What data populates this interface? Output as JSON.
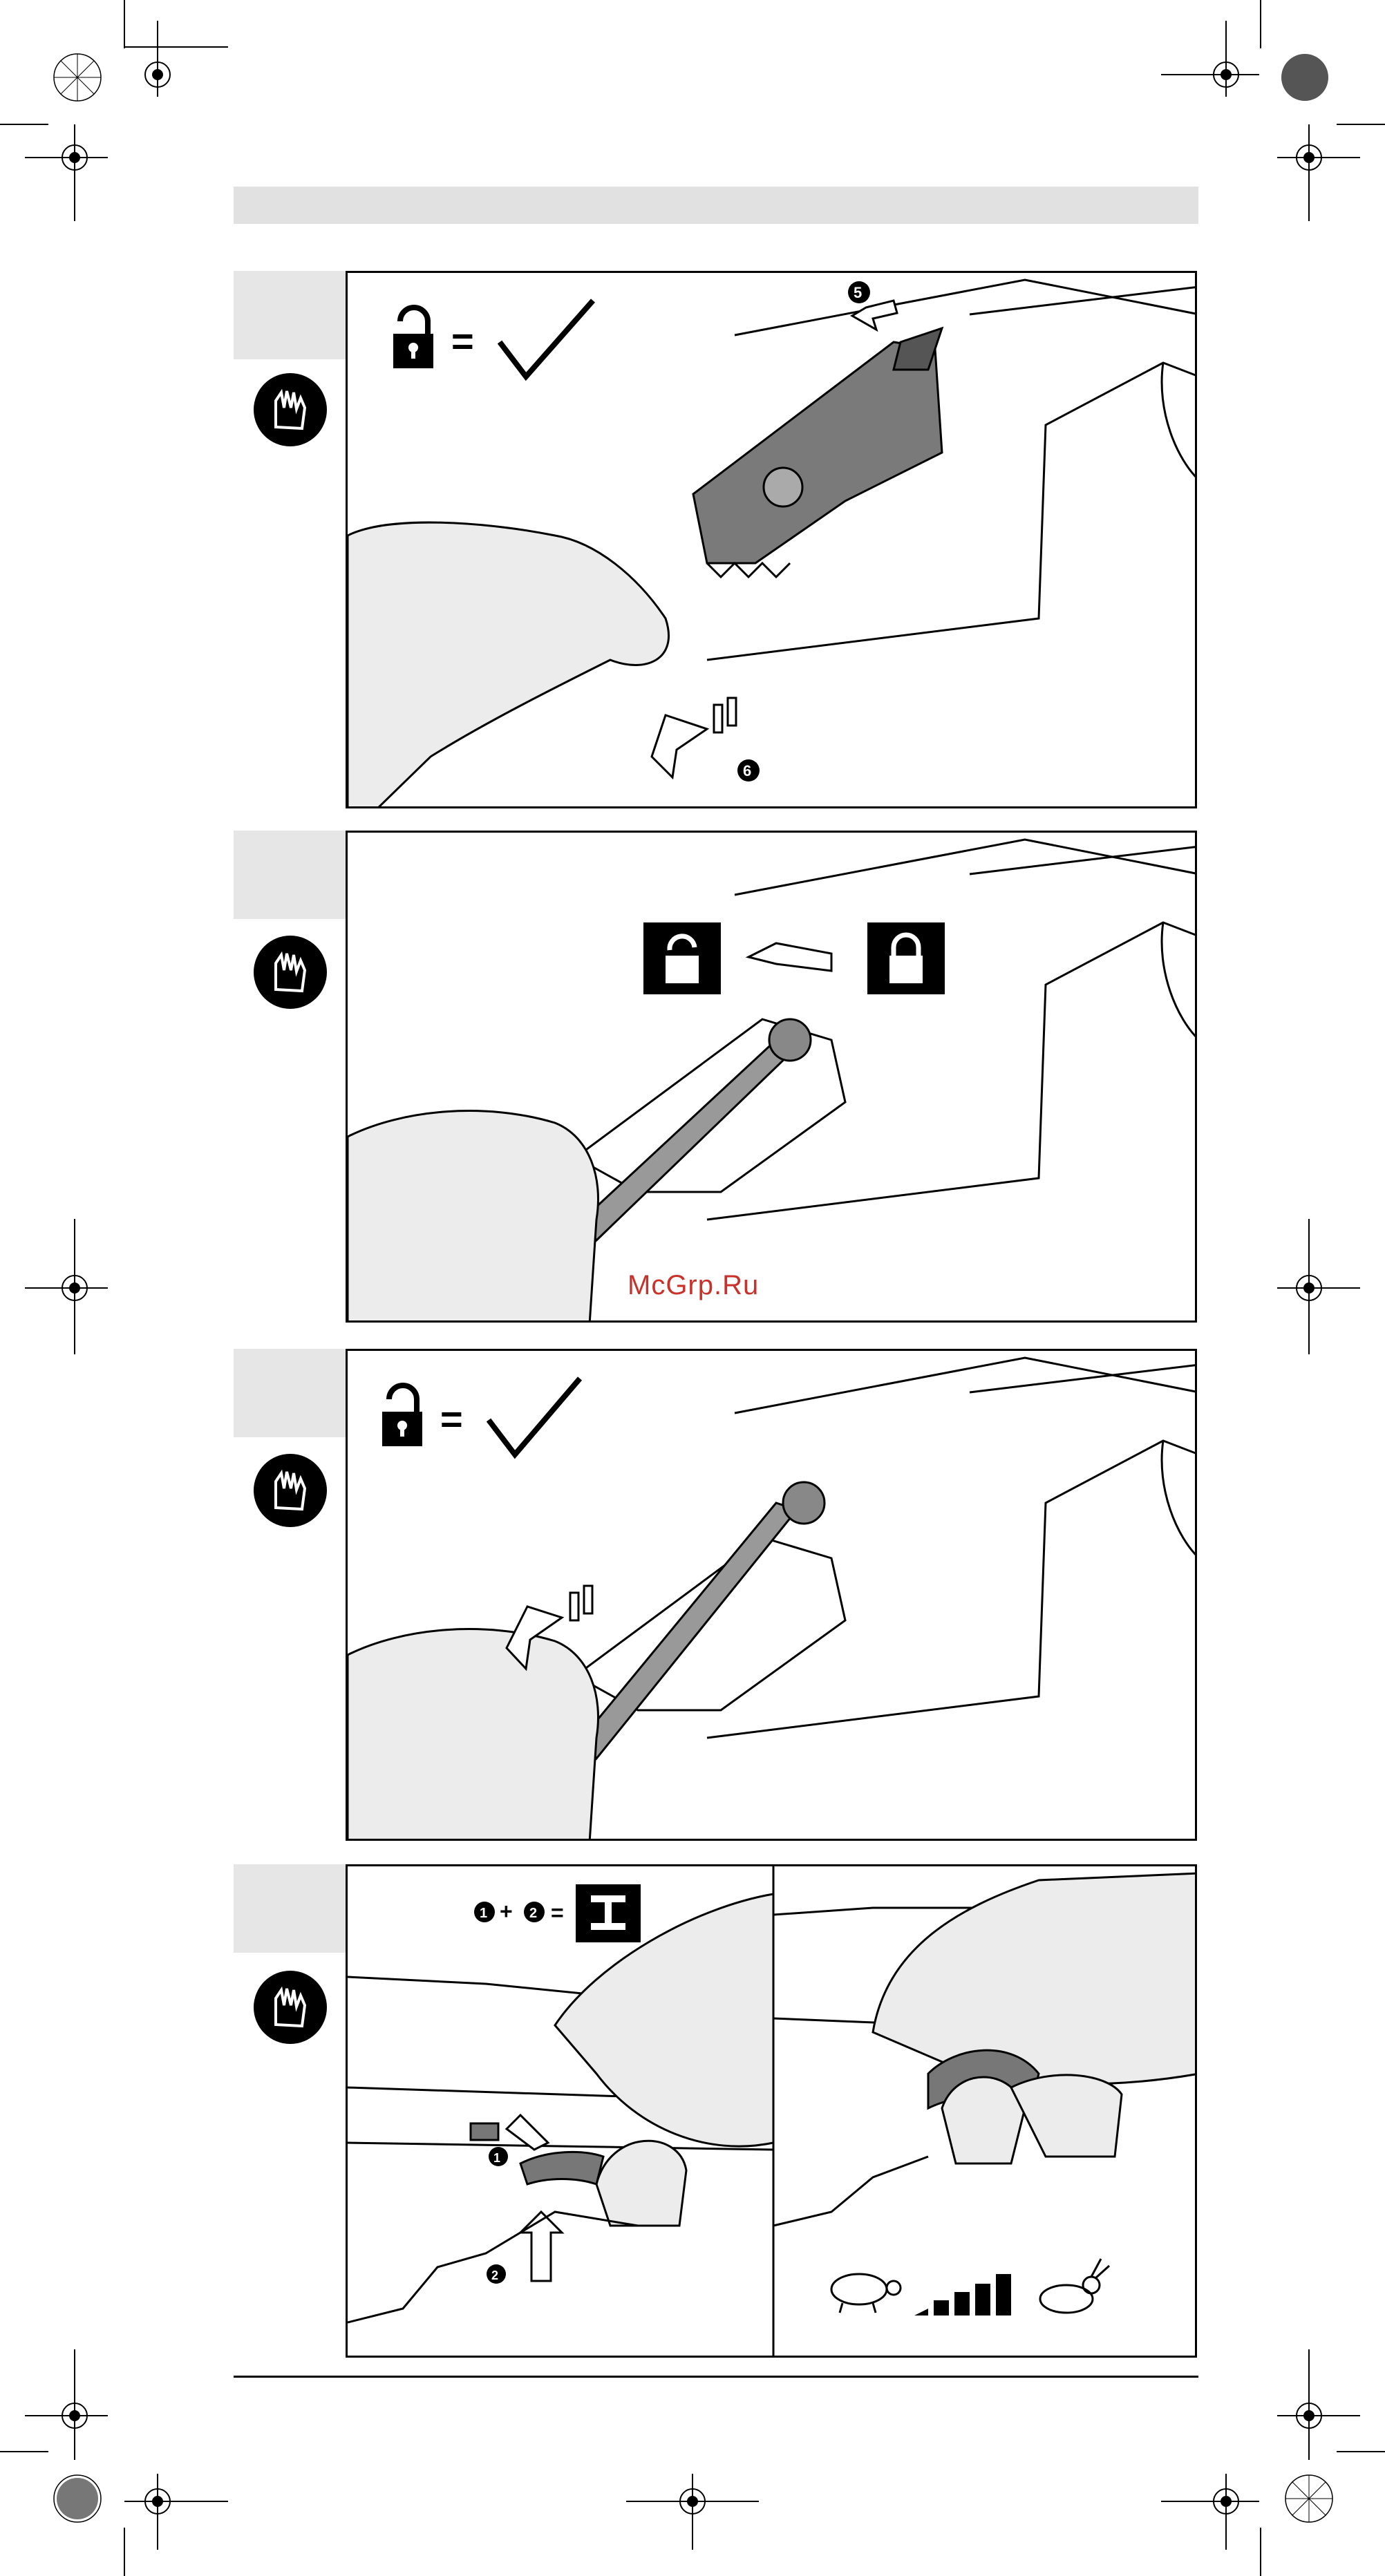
{
  "watermark": "McGrp.Ru",
  "step4": {
    "step_one": "1",
    "step_two": "2",
    "plus": "+",
    "equals": "="
  },
  "panels": [
    {
      "callouts": [
        "5",
        "6"
      ],
      "icon": "locked-padlock-equals-checkmark"
    },
    {
      "icons": [
        "unlocked-padlock-icon",
        "locked-padlock-icon"
      ]
    },
    {
      "icon": "locked-padlock-equals-checkmark"
    },
    {
      "icons": [
        "on-switch-icon",
        "turtle-icon",
        "speed-bars-icon",
        "rabbit-icon"
      ]
    }
  ],
  "colors": {
    "tab_gray": "#e6e6e6",
    "header_bar": "#e1e1e1",
    "watermark_red": "#c8322b"
  }
}
